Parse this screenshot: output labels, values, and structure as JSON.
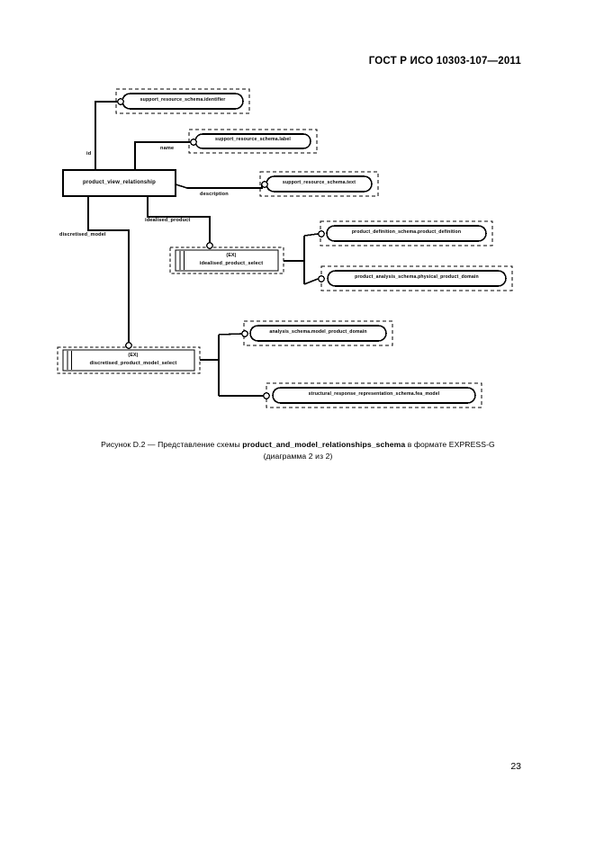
{
  "header": {
    "standard_ref": "ГОСТ Р ИСО 10303-107—2011"
  },
  "page": {
    "number": "23"
  },
  "caption": {
    "line1_prefix": "Рисунок  D.2 — Представление схемы ",
    "line1_schema": "product_and_model_relationships_schema",
    "line1_suffix": " в формате EXPRESS-G",
    "line2": "(диаграмма 2 из 2)"
  },
  "diagram": {
    "kind": "EXPRESS-G",
    "entities": [
      {
        "id": "product_view_relationship",
        "label": "product_view_relationship",
        "shape": "entity-box"
      }
    ],
    "selects": [
      {
        "id": "idealised_product_select",
        "tag": "(EX)",
        "label": "idealised_product_select",
        "shape": "select-box"
      },
      {
        "id": "discretised_product_model_select",
        "tag": "(EX)",
        "label": "discretised_product_model_select",
        "shape": "select-box"
      }
    ],
    "imported_types": [
      {
        "id": "support_resource_schema.identifier",
        "label": "support_resource_schema.identifier",
        "shape": "rounded-dashed"
      },
      {
        "id": "support_resource_schema.label",
        "label": "support_resource_schema.label",
        "shape": "rounded-dashed"
      },
      {
        "id": "support_resource_schema.text",
        "label": "support_resource_schema.text",
        "shape": "rounded-dashed"
      },
      {
        "id": "product_definition_schema.product_definition",
        "label": "product_definition_schema.product_definition",
        "shape": "rounded-dashed"
      },
      {
        "id": "product_analysis_schema.physical_product_domain",
        "label": "product_analysis_schema.physical_product_domain",
        "shape": "rounded-dashed"
      },
      {
        "id": "analysis_schema.model_product_domain",
        "label": "analysis_schema.model_product_domain",
        "shape": "rounded-dashed"
      },
      {
        "id": "structural_response_representation_schema.fea_model",
        "label": "structural_response_representation_schema.fea_model",
        "shape": "rounded-dashed"
      }
    ],
    "attribute_labels": [
      {
        "id": "id",
        "label": "id"
      },
      {
        "id": "name",
        "label": "name"
      },
      {
        "id": "description",
        "label": "description"
      },
      {
        "id": "idealised_product",
        "label": "idealised_product"
      },
      {
        "id": "discretised_model",
        "label": "discretised_model"
      }
    ]
  }
}
